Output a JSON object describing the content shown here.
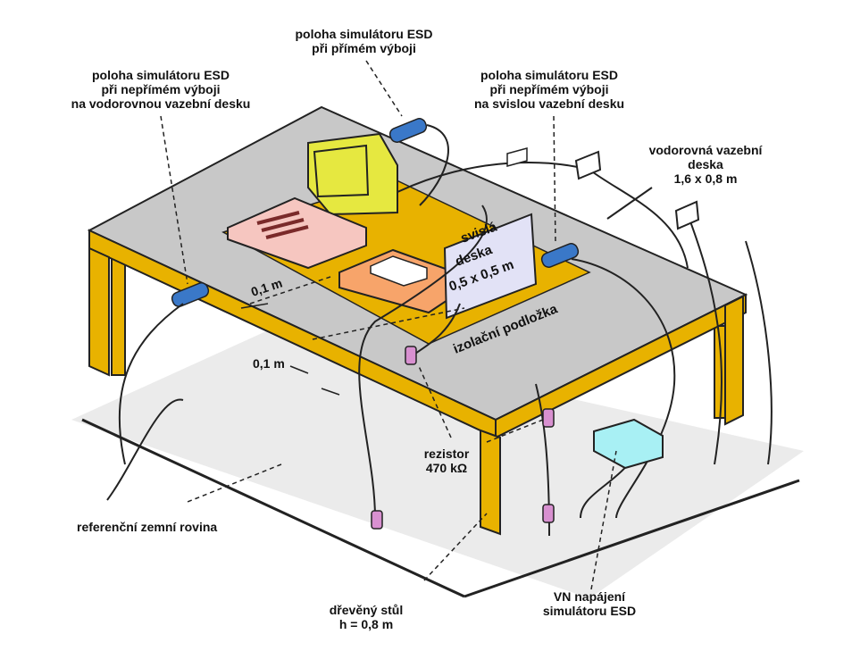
{
  "labels": {
    "direct_discharge": [
      "poloha simulátoru ESD",
      "při přímém výboji"
    ],
    "indirect_horizontal": [
      "poloha simulátoru ESD",
      "při nepřímém výboji",
      "na vodorovnou vazební desku"
    ],
    "indirect_vertical": [
      "poloha simulátoru ESD",
      "při nepřímém výboji",
      "na svislou vazební desku"
    ],
    "horizontal_plate": [
      "vodorovná vazební",
      "deska",
      "1,6 x 0,8 m"
    ],
    "vertical_plate": [
      "svislá",
      "deska",
      "0,5 x 0,5 m"
    ],
    "insulating_pad": "izolační podložka",
    "distance_1": "0,1 m",
    "distance_2": "0,1 m",
    "resistor": [
      "rezistor",
      "470 kΩ"
    ],
    "ground_plane": "referenční zemní rovina",
    "table": [
      "dřevěný stůl",
      "h = 0,8 m"
    ],
    "hv_supply": [
      "VN napájení",
      "simulátoru ESD"
    ]
  },
  "colors": {
    "table_top": "#c8c8c8",
    "table_legs": "#e8b200",
    "insulating_pad": "#e8b200",
    "monitor": "#e6e840",
    "keyboard_unit": "#f6c6c0",
    "device_box": "#f7a46a",
    "vertical_plate": "#e2e2f6",
    "esd_gun": "#3a78c8",
    "hv_supply_box": "#a8f0f4",
    "resistor": "#d890d0",
    "ground_plane": "#ebebeb"
  }
}
